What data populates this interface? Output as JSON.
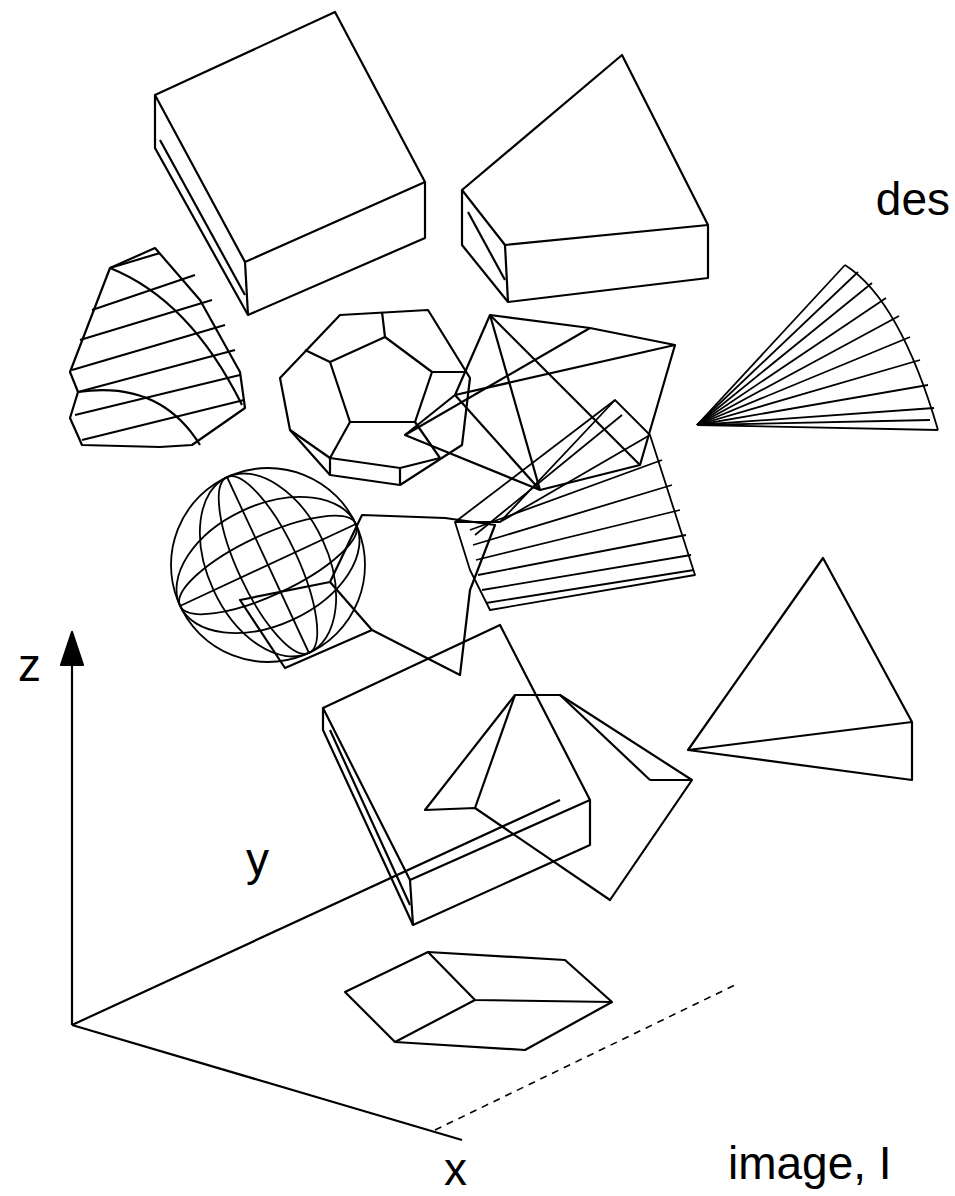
{
  "diagram": {
    "labels": [
      "des",
      "z",
      "y",
      "x",
      "image, I"
    ]
  }
}
